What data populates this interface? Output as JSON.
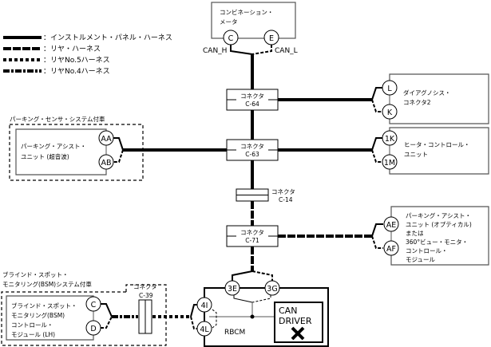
{
  "legend": [
    {
      "style": "solid",
      "label": "：インストルメント・パネル・ハーネス"
    },
    {
      "style": "dash",
      "label": "：リヤ・ハーネス"
    },
    {
      "style": "dot",
      "label": "：リヤNo.5ハーネス"
    },
    {
      "style": "dashdot",
      "label": "：リヤNo.4ハーネス"
    }
  ],
  "combination_meter": {
    "name_line1": "コンビネーション・",
    "name_line2": "メータ",
    "pin_can_h": "C",
    "pin_can_l": "E",
    "can_h_label": "CAN_H",
    "can_l_label": "CAN_L"
  },
  "connectors": {
    "c64": {
      "label": "コネクタ",
      "id": "C-64"
    },
    "c63": {
      "label": "コネクタ",
      "id": "C-63"
    },
    "c14": {
      "label": "コネクタ",
      "id": "C-14"
    },
    "c71": {
      "label": "コネクタ",
      "id": "C-71"
    },
    "c39": {
      "label": "コネクタ",
      "id": "C-39"
    }
  },
  "diagnosis_connector": {
    "name_line1": "ダイアグノシス・",
    "name_line2": "コネクタ2",
    "pin_top": "L",
    "pin_bottom": "K"
  },
  "heater_control": {
    "name_line1": "ヒータ・コントロール・",
    "name_line2": "ユニット",
    "pin_top": "1K",
    "pin_bottom": "1M"
  },
  "parking_sensor": {
    "group_label": "パーキング・センサ・システム付車",
    "name_line1": "パーキング・アシスト・",
    "name_line2": "ユニット (超音波)",
    "pin_top": "AA",
    "pin_bottom": "AB"
  },
  "parking_optical": {
    "name_lines": [
      "パーキング・アシスト・",
      "ユニット (オプティカル)",
      "または",
      "360°ビュー・モニタ・",
      "コントロール・",
      "モジュール"
    ],
    "pin_top": "AE",
    "pin_bottom": "AF"
  },
  "bsm": {
    "group_label_line1": "ブラインド・スポット・",
    "group_label_line2": "モニタリング(BSM)システム付車",
    "name_lines": [
      "ブラインド・スポット・",
      "モニタリング(BSM)",
      "コントロール・",
      "モジュール (LH)"
    ],
    "pin_top": "C",
    "pin_bottom": "D"
  },
  "rbcm": {
    "name": "RBCM",
    "pins": {
      "top_left": "3E",
      "top_right": "3G",
      "left_top": "4I",
      "left_bottom": "4L"
    },
    "can_driver_line1": "CAN",
    "can_driver_line2": "DRIVER",
    "can_driver_status_icon": "x-mark"
  }
}
